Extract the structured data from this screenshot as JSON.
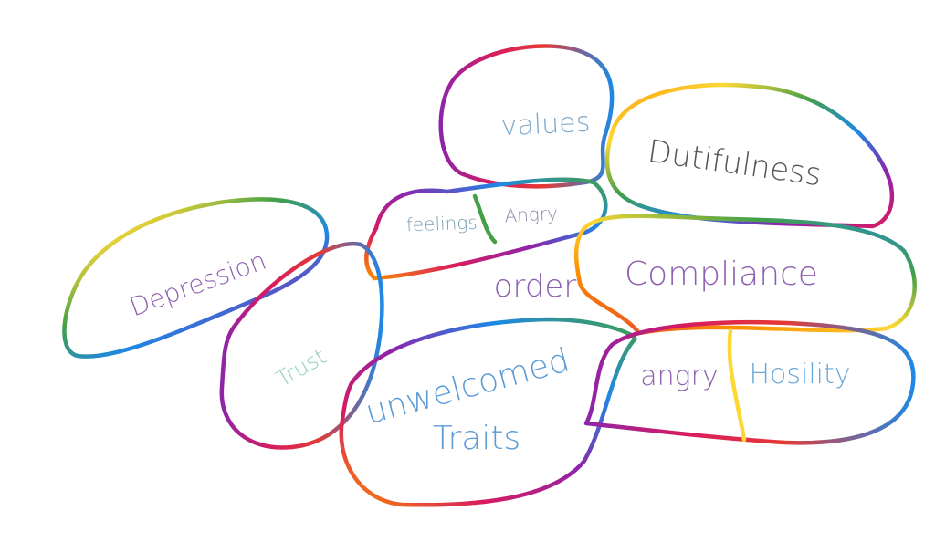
{
  "labels": {
    "values": "values",
    "dutifulness": "Dutifulness",
    "feelings": "feelings",
    "angry_small": "Angry",
    "depression": "Depression",
    "order": "order",
    "compliance": "Compliance",
    "trust": "Trust",
    "unwelcomed": "unwelcomed",
    "traits": "Traits",
    "angry": "angry",
    "hosility": "Hosility"
  },
  "colors": {
    "rainbow": [
      "#e53935",
      "#fb8c00",
      "#fdd835",
      "#43a047",
      "#1e88e5",
      "#8e24aa",
      "#d81b60"
    ]
  }
}
